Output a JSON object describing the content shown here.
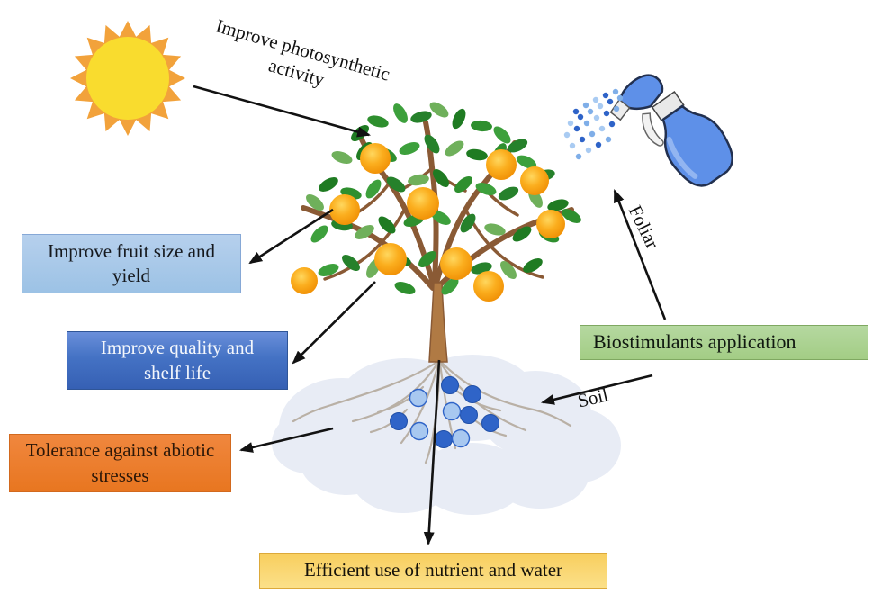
{
  "figure": {
    "background": "#FFFFFF",
    "annotations": {
      "photosynthetic": {
        "line1": "Improve photosynthetic",
        "line2": "activity"
      },
      "foliar": {
        "text": "Foliar"
      },
      "soil": {
        "text": "Soil"
      }
    },
    "boxes": {
      "fruit": {
        "line1": "Improve fruit size and",
        "line2": "yield",
        "bg": "#9CC2E5"
      },
      "quality": {
        "line1": "Improve quality and",
        "line2": "shelf life",
        "bg": "#4472C4"
      },
      "tolerance": {
        "line1": "Tolerance against abiotic",
        "line2": "stresses",
        "bg": "#ED7D31"
      },
      "efficient": {
        "text": "Efficient use of nutrient and water",
        "bg": "#F9D266"
      },
      "biostimulants": {
        "text": "Biostimulants application",
        "bg": "#A9D18E"
      }
    },
    "icons": {
      "sun": "sun-icon",
      "spray_bottle": "spray-bottle-icon",
      "spray_droplets": "spray-droplets",
      "tree": "orange-tree-illustration",
      "soil_cloud": "soil-cloud",
      "roots": "root-system",
      "granules": "biostimulant-granules"
    },
    "colors": {
      "sun_rays": "#F2A23B",
      "sun_core": "#F9DC2E",
      "bottle": "#5E90E8",
      "leaf": "#2E8F2E",
      "orange_fruit": "#F9A81C",
      "granule_dark": "#2F64C8",
      "granule_light": "#A8C8F0",
      "arrow": "#121212"
    }
  }
}
